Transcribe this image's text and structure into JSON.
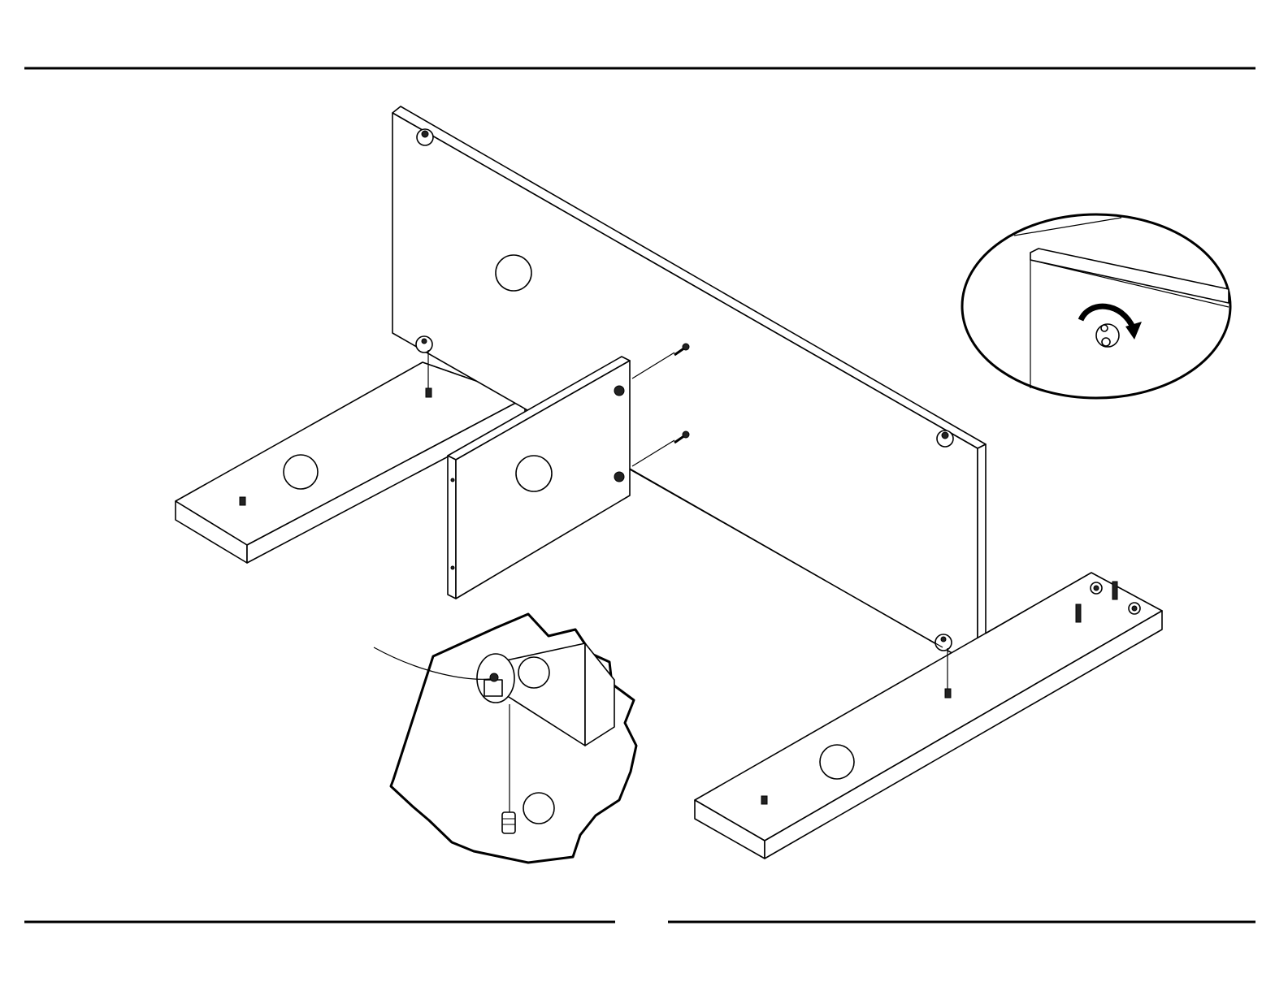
{
  "diagram": {
    "callouts": [
      {
        "id": "back-panel",
        "text": ""
      },
      {
        "id": "left-base",
        "text": ""
      },
      {
        "id": "center-partition",
        "text": ""
      },
      {
        "id": "right-base",
        "text": ""
      },
      {
        "id": "detail-upper",
        "text": ""
      },
      {
        "id": "detail-lower",
        "text": ""
      }
    ],
    "icons": [
      "cam-lock-icon",
      "cam-bolt-icon",
      "screw-icon",
      "rotate-arrow-icon"
    ],
    "colors": {
      "line": "#000000",
      "background": "#ffffff"
    }
  }
}
